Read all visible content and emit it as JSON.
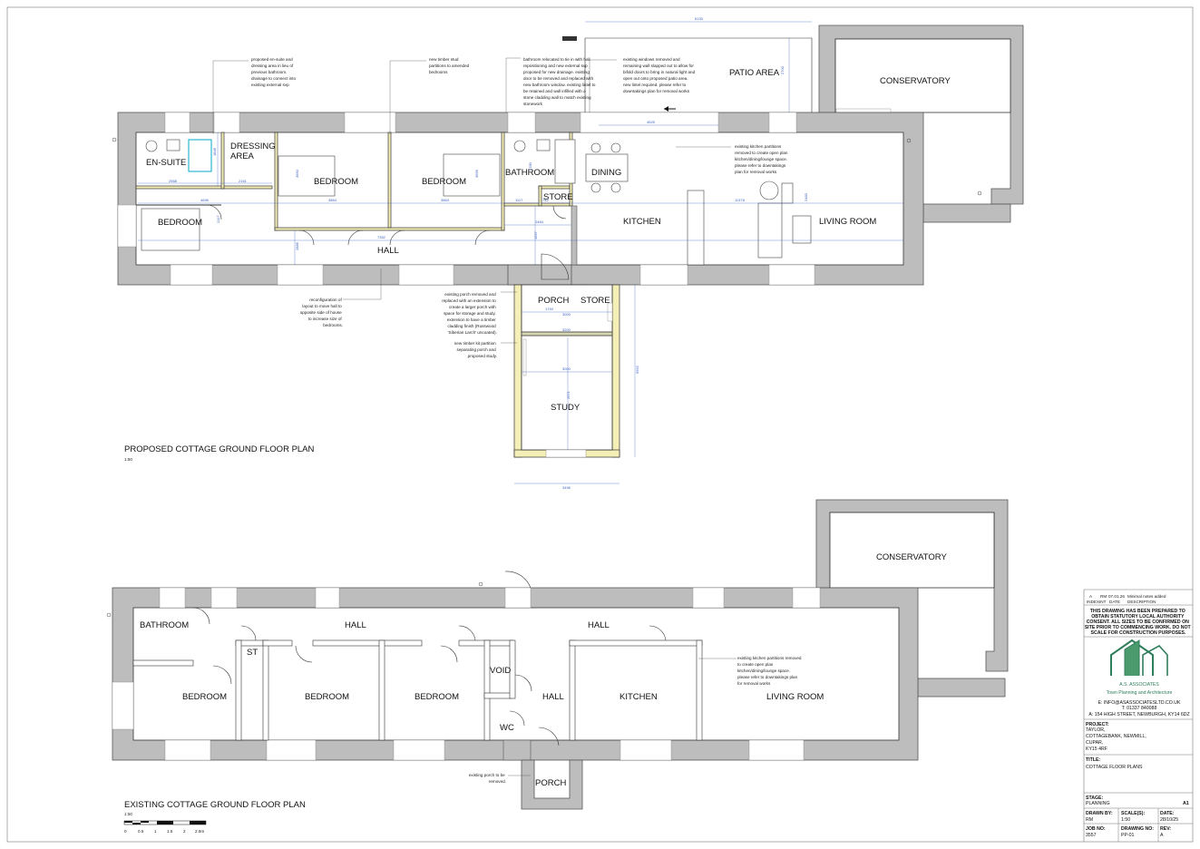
{
  "proposed": {
    "title": "PROPOSED COTTAGE GROUND FLOOR PLAN",
    "scale": "1:50",
    "rooms": {
      "ensuite": "EN-SUITE",
      "dressing_1": "DRESSING",
      "dressing_2": "AREA",
      "bedroom_a": "BEDROOM",
      "bedroom_b": "BEDROOM",
      "bedroom_c": "BEDROOM",
      "bathroom": "BATHROOM",
      "dining": "DINING",
      "store_a": "STORE",
      "kitchen": "KITCHEN",
      "living": "LIVING ROOM",
      "hall": "HALL",
      "porch": "PORCH",
      "store_b": "STORE",
      "study": "STUDY",
      "patio": "PATIO AREA",
      "conservatory": "CONSERVATORY"
    },
    "notes": {
      "ensuite": [
        "proposed en-suite and",
        "dressing area in lieu of",
        "previous bathroom.",
        "drainage to connect into",
        "existing external svp"
      ],
      "stud": [
        "new timber stud",
        "partitions to amended",
        "bedrooms"
      ],
      "bathroom": [
        "bathroom relocated to tie in with hall",
        "repositioning and new external svp",
        "proposed for new drainage. existing",
        "door to be removed and replaced with",
        "new bathroom window. existing lintel to",
        "be retained and wall infilled with a",
        "stone cladding wall to match existing",
        "stonework"
      ],
      "windows": [
        "existing windows removed and",
        "remaining wall slapped out to allow for",
        "bifold doors to bring in natural light and",
        "open out onto proposed patio area.",
        "new lintel required. please refer to",
        "downtakings plan for removal works"
      ],
      "kitchen": [
        "existing kitchen partitions",
        "removed to create open plan",
        "kitchen/dining/lounge space.",
        "please refer to downtakings",
        "plan for removal works"
      ],
      "hall": [
        "reconfiguration of",
        "layout to move hall to",
        "opposite side of house",
        "to increase size of",
        "bedrooms."
      ],
      "porch": [
        "existing porch removed and",
        "replaced with an extension to",
        "create a larger porch with",
        "space for storage and study.",
        "extension to have a timber",
        "cladding finish (Russwood",
        "'Siberian Larch' uncoated)."
      ],
      "partition": [
        "new timber kit partition",
        "separating porch and",
        "proposed study."
      ]
    },
    "dims": {
      "d1": "6130",
      "d2": "2700",
      "d3": "4525",
      "d4": "2568",
      "d5": "2161",
      "d6": "1848",
      "d7": "4696",
      "d8": "3864",
      "d9": "3864",
      "d10": "1117",
      "d11": "742",
      "d12": "11378",
      "d13": "2117",
      "d14": "7352",
      "d15": "2484",
      "d16": "1657",
      "d17": "3200",
      "d18": "3000",
      "d19": "3000",
      "d20": "5952",
      "d21": "3496",
      "d22": "1794",
      "d23": "2671",
      "d24": "3650",
      "d25": "3656",
      "d26": "1780",
      "d27": "2483",
      "d28": "2886"
    }
  },
  "existing": {
    "title": "EXISTING COTTAGE GROUND FLOOR PLAN",
    "scale": "1:50",
    "scalebar": [
      "0",
      "0.5",
      "1",
      "1.5",
      "2",
      "2.5m"
    ],
    "rooms": {
      "bathroom": "BATHROOM",
      "hall_a": "HALL",
      "hall_b": "HALL",
      "st": "ST",
      "bedroom_a": "BEDROOM",
      "bedroom_b": "BEDROOM",
      "bedroom_c": "BEDROOM",
      "void": "VOID",
      "hall_c": "HALL",
      "wc": "WC",
      "kitchen": "KITCHEN",
      "living": "LIVING ROOM",
      "porch": "PORCH",
      "conservatory": "CONSERVATORY"
    },
    "notes": {
      "kitchen": [
        "existing kitchen partitions removed",
        "to create open plan",
        "kitchen/dining/lounge space.",
        "please refer to downtakings plan",
        "for removal works"
      ],
      "porch": [
        "existing porch to be",
        "removed."
      ]
    }
  },
  "title_block": {
    "revision": {
      "index": "A",
      "int": "RM",
      "date": "07.01.26",
      "desc": "Minimal notes added"
    },
    "revision_headers": [
      "INDEX",
      "INT",
      "DATE",
      "DESCRIPTION"
    ],
    "warning": [
      "THIS DRAWING HAS BEEN PREPARED TO",
      "OBTAIN STATUTORY LOCAL AUTHORITY",
      "CONSENT. ALL SIZES TO BE CONFIRMED ON",
      "SITE PRIOR TO COMMENCING WORK. DO NOT",
      "SCALE FOR CONSTRUCTION PURPOSES."
    ],
    "company": "A.S. ASSOCIATES",
    "tagline": "Town Planning and Architecture",
    "email": "E: INFO@ASASSOCIATESLTD.CO.UK",
    "phone": "T: 01337 840088",
    "address": "A: 154 HIGH STREET, NEWBURGH, KY14 6DZ",
    "project_label": "PROJECT:",
    "project": [
      "TAYLOR,",
      "COTTAGEBANK, NEWMILL,",
      "CUPAR,",
      "KY15 4RF"
    ],
    "title_label": "TITLE:",
    "title": "COTTAGE FLOOR PLANS",
    "stage_label": "STAGE:",
    "stage": "PLANNING",
    "sheet": "A1",
    "drawn_by_label": "DRAWN BY:",
    "drawn_by": "RM",
    "scale_label": "SCALE(S):",
    "scale": "1:50",
    "date_label": "DATE:",
    "date": "28/10/25",
    "job_label": "JOB NO:",
    "job": "3557",
    "drawing_label": "DRAWING NO:",
    "drawing": "PP-01",
    "rev_label": "REV:",
    "rev": "A"
  }
}
